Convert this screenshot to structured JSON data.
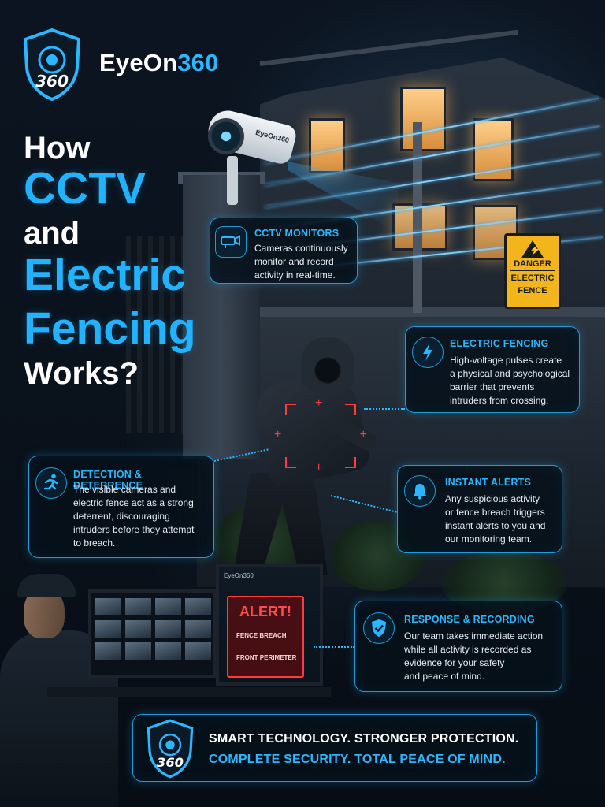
{
  "brand": {
    "name_prefix": "EyeOn",
    "name_suffix": "360",
    "shield_text": "360"
  },
  "headline": {
    "line1": "How",
    "line2": "CCTV",
    "line3": "and",
    "line4": "Electric",
    "line5": "Fencing",
    "line6": "Works?"
  },
  "scene": {
    "camera_brand": "EyeOn360",
    "sign_top": "DANGER",
    "sign_line1": "ELECTRIC",
    "sign_line2": "FENCE",
    "monitor_brand": "EyeOn360",
    "alert_title": "ALERT!",
    "alert_line1": "FENCE BREACH",
    "alert_line2": "FRONT PERIMETER"
  },
  "cards": {
    "cctv": {
      "title": "CCTV MONITORS",
      "body1": "Cameras continuously",
      "body2": "monitor and record",
      "body3": "activity in real-time.",
      "icon": "camera-icon"
    },
    "fencing": {
      "title": "ELECTRIC FENCING",
      "body1": "High-voltage pulses create",
      "body2": "a physical and psychological",
      "body3": "barrier that prevents",
      "body4": "intruders from crossing.",
      "icon": "lightning-icon"
    },
    "detection": {
      "title": "DETECTION & DETERRENCE",
      "body1": "The visible cameras and",
      "body2": "electric fence act as a strong",
      "body3": "deterrent, discouraging",
      "body4": "intruders before they attempt",
      "body5": "to breach.",
      "icon": "running-person-icon"
    },
    "alerts": {
      "title": "INSTANT ALERTS",
      "body1": "Any suspicious activity",
      "body2": "or fence breach triggers",
      "body3": "instant alerts to you and",
      "body4": "our monitoring team.",
      "icon": "bell-icon"
    },
    "response": {
      "title": "RESPONSE & RECORDING",
      "body1": "Our team takes immediate action",
      "body2": "while all activity is recorded as",
      "body3": "evidence for your safety",
      "body4": "and peace of mind.",
      "icon": "shield-check-icon"
    }
  },
  "footer": {
    "line1": "SMART TECHNOLOGY. STRONGER PROTECTION.",
    "line2": "COMPLETE SECURITY. TOTAL PEACE OF MIND.",
    "shield_text": "360"
  },
  "colors": {
    "accent": "#2bb7ff",
    "alert": "#ff3b3b",
    "sign": "#f2b51c",
    "background": "#0b1420"
  }
}
